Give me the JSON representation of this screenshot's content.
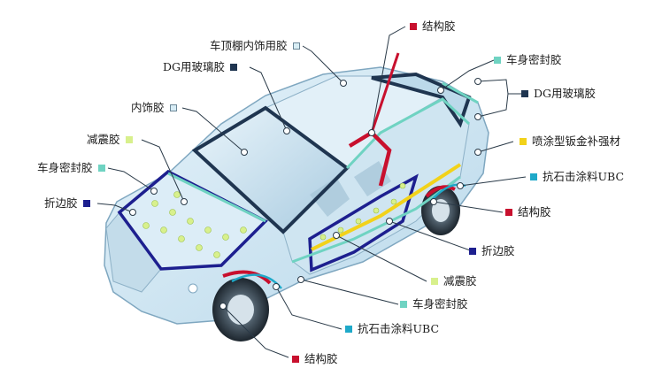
{
  "diagram": {
    "colors": {
      "structural": "#c8102e",
      "body_seal": "#6fd3c2",
      "dg_glass": "#1f3550",
      "headliner": "#d9eef5",
      "interior": "#d7ecf5",
      "damping": "#d8f08c",
      "hemming": "#1d1f8f",
      "spray_sealant": "#f2d21a",
      "ubc": "#1fa9c9",
      "car_body": "#cfe6f2",
      "car_edge": "#7fa7c0"
    },
    "labels": [
      {
        "id": "structural-adhesive-top",
        "text": "结构胶",
        "kind": "structural"
      },
      {
        "id": "headliner-adhesive",
        "text": "车顶棚内饰用胶",
        "kind": "headliner"
      },
      {
        "id": "body-sealant-top",
        "text": "车身密封胶",
        "kind": "body_seal"
      },
      {
        "id": "dg-glass-adhesive-left",
        "text": "DG用玻璃胶",
        "kind": "dg_glass"
      },
      {
        "id": "dg-glass-adhesive-right",
        "text": "DG用玻璃胶",
        "kind": "dg_glass"
      },
      {
        "id": "interior-adhesive",
        "text": "内饰胶",
        "kind": "interior"
      },
      {
        "id": "spray-sheet-metal-reinforcement",
        "text": "喷涂型钣金补强材",
        "kind": "spray_sealant"
      },
      {
        "id": "damping-adhesive-left",
        "text": "减震胶",
        "kind": "damping"
      },
      {
        "id": "body-sealant-left",
        "text": "车身密封胶",
        "kind": "body_seal"
      },
      {
        "id": "ubc-right",
        "text": "抗石击涂料UBC",
        "kind": "ubc"
      },
      {
        "id": "hemming-adhesive-left",
        "text": "折边胶",
        "kind": "hemming"
      },
      {
        "id": "structural-adhesive-right",
        "text": "结构胶",
        "kind": "structural"
      },
      {
        "id": "hemming-adhesive-right",
        "text": "折边胶",
        "kind": "hemming"
      },
      {
        "id": "damping-adhesive-bottom",
        "text": "减震胶",
        "kind": "damping"
      },
      {
        "id": "body-sealant-bottom",
        "text": "车身密封胶",
        "kind": "body_seal"
      },
      {
        "id": "ubc-bottom",
        "text": "抗石击涂料UBC",
        "kind": "ubc"
      },
      {
        "id": "structural-adhesive-bottom",
        "text": "结构胶",
        "kind": "structural"
      }
    ]
  }
}
